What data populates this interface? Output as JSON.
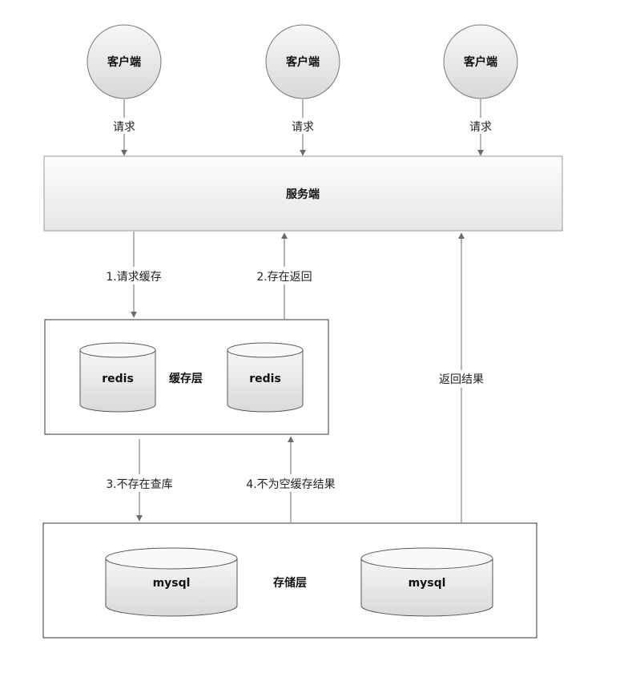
{
  "diagram": {
    "clients": [
      {
        "label": "客户端",
        "request_label": "请求"
      },
      {
        "label": "客户端",
        "request_label": "请求"
      },
      {
        "label": "客户端",
        "request_label": "请求"
      }
    ],
    "server": {
      "label": "服务端"
    },
    "cache_layer": {
      "label": "缓存层",
      "databases": [
        "redis",
        "redis"
      ]
    },
    "storage_layer": {
      "label": "存储层",
      "databases": [
        "mysql",
        "mysql"
      ]
    },
    "flows": {
      "request_cache": "1.请求缓存",
      "exists_return": "2.存在返回",
      "not_exists_query": "3.不存在查库",
      "not_empty_cache": "4.不为空缓存结果",
      "return_result": "返回结果"
    },
    "colors": {
      "stroke": "#555555",
      "arrow": "#6b6b6b",
      "fill_light": "#f7f7f7",
      "fill_dark": "#d9d9d9"
    }
  }
}
